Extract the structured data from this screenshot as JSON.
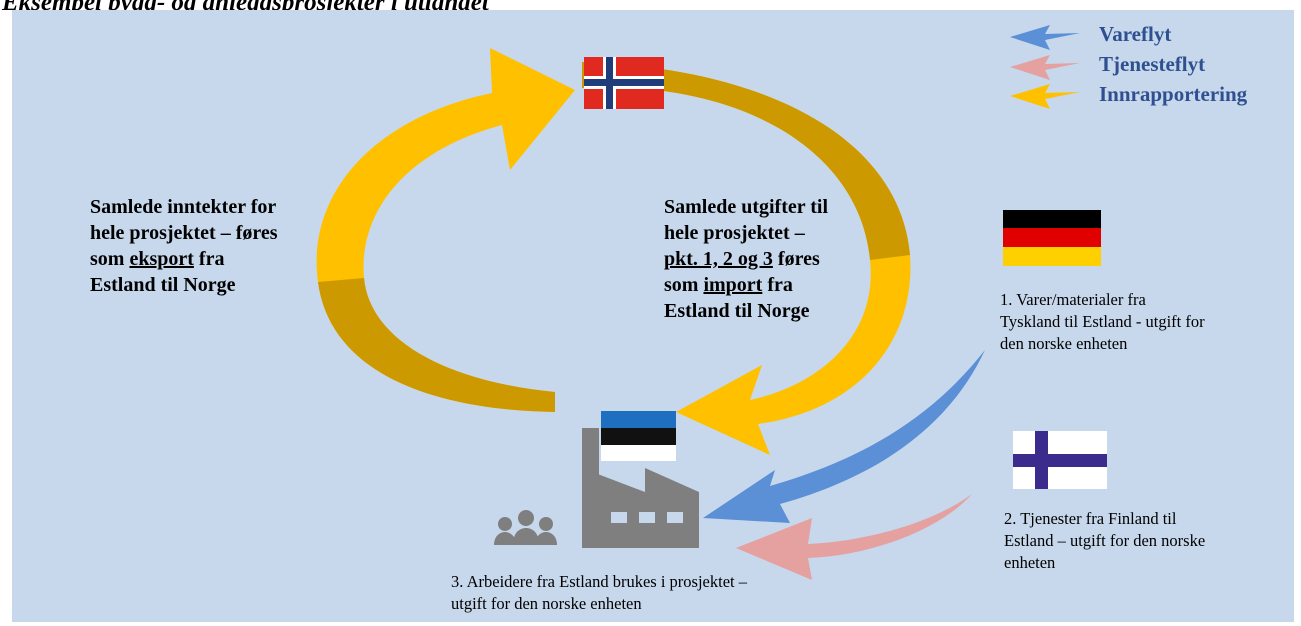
{
  "title": "Eksempel bygg- og anleggsprosjekter i utlandet",
  "legend": {
    "goods_flow": "Vareflyt",
    "service_flow": "Tjenesteflyt",
    "reporting": "Innrapportering"
  },
  "left_text": {
    "line1": "Samlede inntekter for",
    "line2": "hele prosjektet – føres",
    "line3_pre": "som ",
    "line3_u": "eksport",
    "line3_post": " fra",
    "line4": "Estland til Norge"
  },
  "right_text": {
    "line1": "Samlede utgifter til",
    "line2": "hele prosjektet –",
    "line3_u": "pkt. 1, 2 og 3",
    "line3_post": " føres",
    "line4_pre": "som ",
    "line4_u": "import",
    "line4_post": " fra",
    "line5": "Estland til Norge"
  },
  "note_germany": {
    "line1": "1. Varer/materialer fra",
    "line2": "Tyskland til Estland - utgift for",
    "line3": "den norske enheten"
  },
  "note_finland": {
    "line1": "2. Tjenester fra Finland til",
    "line2": "Estland – utgift for den norske",
    "line3": "enheten"
  },
  "note_estonia": {
    "line1": "3. Arbeidere fra Estland brukes i prosjektet –",
    "line2": "utgift for den norske enheten"
  },
  "colors": {
    "background": "#c7d8ec",
    "goods_arrow": "#5b8fd6",
    "service_arrow": "#e5a0a0",
    "reporting_arrow": "#ffc000",
    "reporting_arrow_inner": "#cc9900",
    "legend_text": "#2f5090"
  },
  "icons": [
    "flag-norway",
    "flag-germany",
    "flag-finland",
    "flag-estonia",
    "factory-icon",
    "people-icon"
  ]
}
